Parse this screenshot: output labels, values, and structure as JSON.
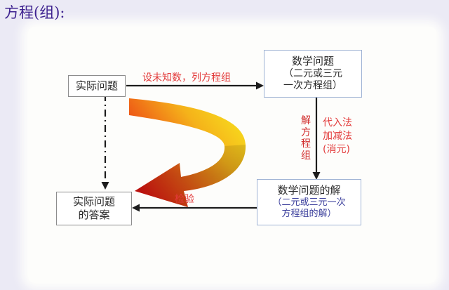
{
  "title": "方程(组):",
  "nodes": {
    "real_problem": "实际问题",
    "math_problem": {
      "line1": "数学问题",
      "line2": "（二元或三元",
      "line3": "一次方程组）"
    },
    "math_solution": {
      "line1": "数学问题的解",
      "line2": "（二元或三元一次",
      "line3": "方程组的解）"
    },
    "real_answer": {
      "line1": "实际问题",
      "line2": "的答案"
    }
  },
  "edges": {
    "setup_label": "设未知数，列方程组",
    "solve_label": "解方程组",
    "methods": [
      "代入法",
      "加减法",
      "(消元)"
    ],
    "check_label": "检验"
  },
  "colors": {
    "title": "#3f2390",
    "edge_text": "#e23a3a",
    "sub_text": "#3b3f9c",
    "node_border_grey": "#8d8d8d",
    "node_border_blue": "#9fb3d4"
  }
}
